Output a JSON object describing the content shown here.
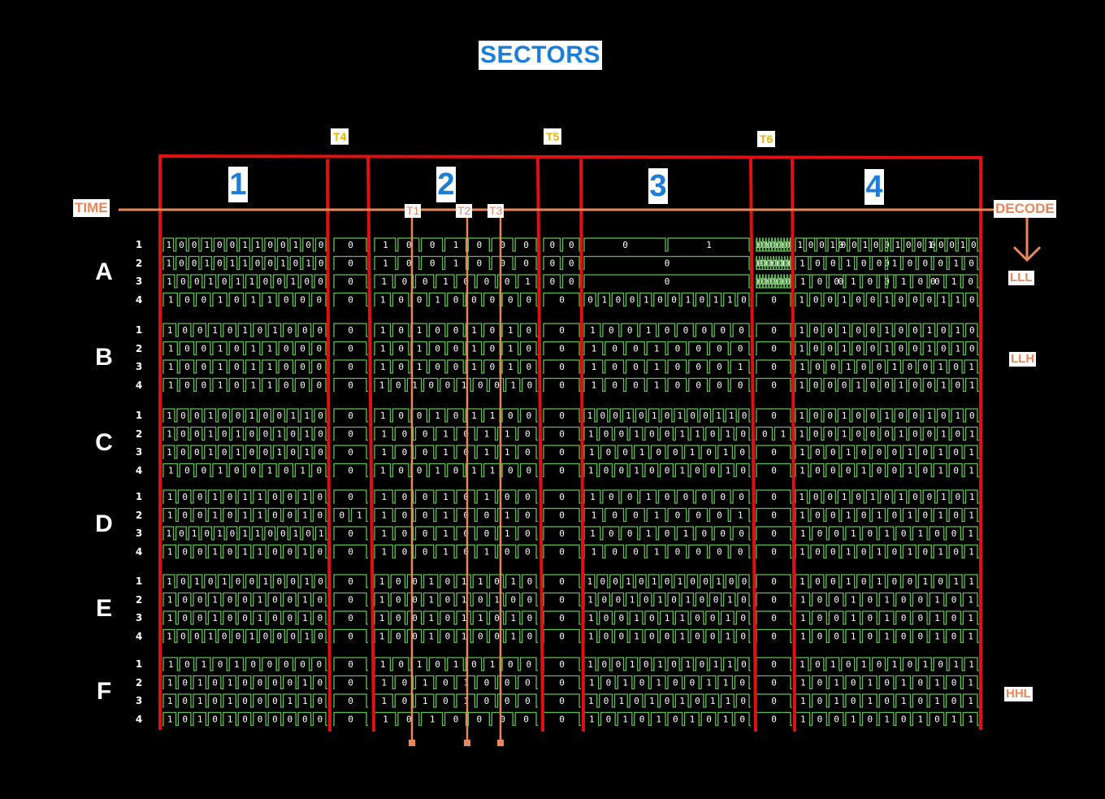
{
  "title": "SECTORS",
  "axis": {
    "start_label": "TIME",
    "end_label": "DECODE"
  },
  "sectors": [
    {
      "label": "1"
    },
    {
      "label": "2"
    },
    {
      "label": "3"
    },
    {
      "label": "4"
    }
  ],
  "boundary_labels": [
    "T4",
    "T5",
    "T6"
  ],
  "markers": [
    "T1",
    "T2",
    "T3"
  ],
  "groups": [
    {
      "label": "A",
      "decode": "LLL",
      "channels": [
        {
          "label": "1",
          "bits": "1 0 0 1 0 0 1 1 0 0 1 0 0 | 0 | 1 0 0 1 0 0 0 | 0 0 | 0 1 | 1 0 0 1 0 0 1 0 1 0 0 0 | 0 0 | 1 0 0 1 0 0 1 0 0 1 0 0 1 0 0 1 0"
        },
        {
          "label": "2",
          "bits": "1 0 0 1 0 1 1 0 0 1 0 1 0 | 0 | 1 0 0 1 0 0 0 | 0 0 | 0 | 1 0 0 1 0 1 0 1 0 1 0 1 0 | 0 | 1 0 0 1 0 0 1 0 0 0 1 0"
        },
        {
          "label": "3",
          "bits": "1 0 0 1 0 1 1 0 0 1 0 0 | 0 | 1 0 0 1 0 0 0 1 | 0 0 | 0 | 1 0 0 1 0 0 1 0 1 0 0 0 | 0 0 | 1 0 0 1 0 0 1 0 0 1 0"
        },
        {
          "label": "4",
          "bits": "1 0 0 1 0 1 1 0 0 0 | 0 | 1 0 0 1 0 0 0 0 0 | 0 | 0 1 0 0 1 0 0 1 0 1 1 0 | 0 | 1 0 0 1 0 0 1 0 0 0 1 1 0"
        }
      ]
    },
    {
      "label": "B",
      "decode": "LLH",
      "channels": [
        {
          "label": "1",
          "bits": "1 0 0 1 0 1 0 1 0 0 0 | 0 | 1 0 1 0 0 1 0 1 0 | 0 | 1 0 0 1 0 0 0 0 0 | 0 | 1 0 0 1 0 0 1 0 0 1 0 1 0"
        },
        {
          "label": "2",
          "bits": "1 0 0 1 0 1 1 0 0 0 | 0 | 1 0 1 0 0 1 0 1 0 | 0 | 1 0 0 1 0 0 0 0 | 0 | 1 0 0 1 0 0 1 0 0 1 0 1 0"
        },
        {
          "label": "3",
          "bits": "1 0 0 1 0 1 1 0 0 0 | 0 | 1 0 1 0 0 1 0 1 0 | 0 | 1 0 0 1 0 0 0 1 | 0 | 1 0 0 1 0 0 1 0 0 1 0 1"
        },
        {
          "label": "4",
          "bits": "1 0 0 1 0 1 1 0 0 0 | 0 | 1 0 1 0 0 1 0 0 1 0 | 0 | 1 0 0 1 0 0 0 0 | 0 | 1 0 0 0 1 0 0 1 0 0 1 0 1"
        }
      ]
    },
    {
      "label": "C",
      "decode": "",
      "channels": [
        {
          "label": "1",
          "bits": "1 0 0 1 0 0 1 0 0 1 1 0 | 0 | 1 0 0 1 0 1 1 0 0 | 0 | 1 0 0 1 0 1 0 1 0 0 1 1 0 | 0 | 1 0 0 1 0 0 1 0 0 1 0 1 0"
        },
        {
          "label": "2",
          "bits": "1 0 0 1 0 1 0 0 1 0 1 0 | 0 | 1 0 0 1 0 1 1 0 | 0 | 1 0 0 1 0 0 1 1 0 1 0 | 0 1 | 1 0 0 1 0 0 0 1 0 0 1 0 1"
        },
        {
          "label": "3",
          "bits": "1 0 0 1 0 1 0 0 1 0 1 0 | 0 | 1 0 0 1 0 1 1 0 | 0 | 1 0 0 1 0 0 1 0 1 0 | 0 | 1 0 0 1 0 0 0 1 0 1 0 1"
        },
        {
          "label": "4",
          "bits": "1 0 0 1 0 0 1 0 1 0 | 0 | 1 0 0 1 0 1 1 0 0 | 0 | 1 0 0 1 0 0 1 0 0 1 0 | 0 | 1 0 0 0 1 0 0 1 0 1 0 1"
        }
      ]
    },
    {
      "label": "D",
      "decode": "",
      "channels": [
        {
          "label": "1",
          "bits": "1 0 0 1 0 1 1 0 0 1 0 | 0 | 1 0 0 1 0 1 0 0 | 0 | 1 0 0 1 0 0 0 0 0 | 0 | 1 0 0 1 0 1 0 1 0 0 1 0 1"
        },
        {
          "label": "2",
          "bits": "1 0 0 1 0 1 1 0 0 1 0 | 0 1 | 1 0 0 1 0 0 1 0 | 0 | 1 0 0 1 0 0 0 1 | 0 | 1 0 0 1 0 1 0 1 0 1 0 1"
        },
        {
          "label": "3",
          "bits": "1 0 1 0 1 0 1 1 0 0 1 0 1 | 0 | 1 0 0 1 0 0 1 0 | 0 | 1 0 0 1 0 1 0 0 0 | 0 | 1 0 0 1 0 1 0 1 0 0 1"
        },
        {
          "label": "4",
          "bits": "1 0 0 1 0 1 1 0 0 1 0 | 0 | 1 0 0 1 0 1 0 0 | 0 | 1 0 0 1 0 0 0 0 | 0 | 1 0 0 1 0 1 0 1 0 1 0 1"
        }
      ]
    },
    {
      "label": "E",
      "decode": "",
      "channels": [
        {
          "label": "1",
          "bits": "1 0 1 0 1 0 0 1 0 0 1 0 | 0 | 1 0 0 1 0 1 1 0 1 0 | 0 | 1 0 0 1 0 1 0 1 0 0 1 0 0 | 0 | 1 0 0 1 0 1 0 0 1 0 1 1"
        },
        {
          "label": "2",
          "bits": "1 0 0 1 0 0 1 0 0 1 0 | 0 | 1 0 0 1 0 1 0 1 0 0 | 0 | 1 0 0 1 0 1 0 1 0 0 1 0 | 0 | 1 0 0 1 0 1 0 0 1 0 1"
        },
        {
          "label": "3",
          "bits": "1 0 0 1 0 0 1 0 0 1 0 | 0 | 1 0 0 1 0 1 1 0 1 0 | 0 | 1 0 0 1 0 1 1 0 0 1 0 | 0 | 1 0 0 1 0 1 0 0 1 0 1"
        },
        {
          "label": "4",
          "bits": "1 0 0 1 0 0 1 0 0 0 1 0 | 0 | 1 0 0 1 0 1 0 0 1 0 | 0 | 1 0 0 1 0 0 1 0 0 1 0 | 0 | 1 0 0 1 0 1 0 0 1 0 1"
        }
      ]
    },
    {
      "label": "F",
      "decode": "HHL",
      "channels": [
        {
          "label": "1",
          "bits": "1 0 1 0 1 0 0 0 0 0 | 0 | 1 0 1 0 1 0 1 0 0 | 0 | 1 0 0 1 0 1 0 1 0 1 1 0 | 0 | 1 0 1 0 1 0 1 0 1 0 1 1"
        },
        {
          "label": "2",
          "bits": "1 0 1 0 1 0 0 0 0 1 0 | 0 | 1 0 1 0 1 0 0 0 | 0 | 1 0 1 0 1 0 0 1 1 0 | 0 | 1 0 1 0 1 0 1 0 1 0 1"
        },
        {
          "label": "3",
          "bits": "1 0 1 0 1 0 0 0 1 1 0 | 0 | 1 0 1 0 1 0 0 0 | 0 | 1 0 1 0 1 0 1 0 1 1 0 | 0 | 1 0 1 0 1 0 1 0 1 0 1"
        },
        {
          "label": "4",
          "bits": "1 0 1 0 1 0 0 0 0 0 0 | 0 | 1 0 1 0 0 0 0 | 0 | 1 0 1 0 1 0 1 0 1 0 | 0 | 1 0 0 1 0 1 0 1 0 1 1"
        }
      ]
    }
  ],
  "colors": {
    "frame": "#e01010",
    "axis": "#e8875a",
    "trace": "#5fbf4f",
    "sector_text": "#1c7ed6",
    "boundary_text": "#f0b400"
  }
}
